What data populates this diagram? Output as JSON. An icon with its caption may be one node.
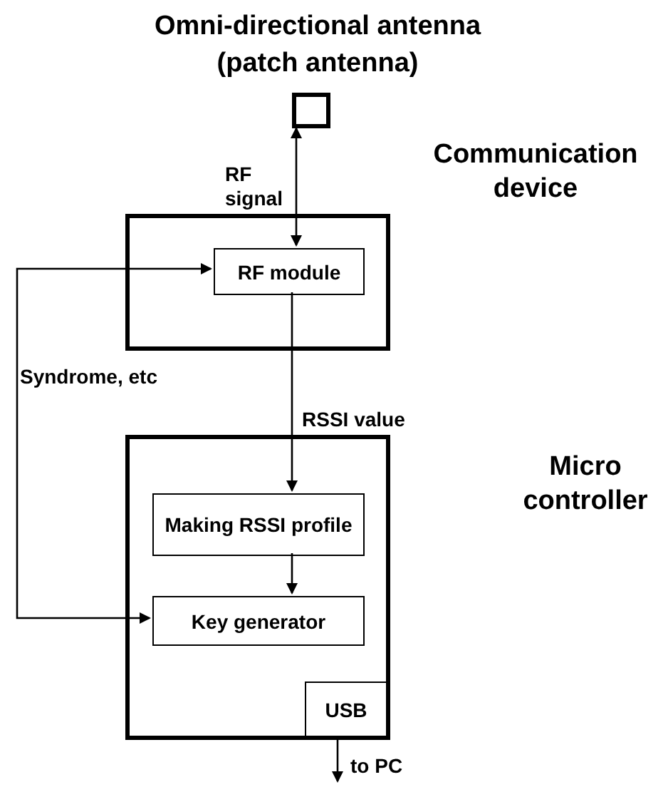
{
  "diagram": {
    "nodes": [
      {
        "text": [],
        "shape": "box",
        "beside": [
          "Omni-directional antenna (patch antenna)"
        ]
      },
      {
        "text": [
          "Communication device"
        ]
      },
      {
        "text": [
          "RF module"
        ],
        "in": 1
      },
      {
        "text": [
          "Micro controller"
        ]
      },
      {
        "text": [
          "Making RSSI profile"
        ],
        "in": 3
      },
      {
        "text": [
          "Key generator"
        ],
        "in": 3
      },
      {
        "text": [
          "USB"
        ],
        "in": 3
      }
    ],
    "edges": [
      {
        "from": 0,
        "to": 2,
        "arrow": "both",
        "label": "RF signal"
      },
      {
        "from": 2,
        "to": 4,
        "arrow": "to",
        "label": "RSSI value"
      },
      {
        "from": 4,
        "to": 5,
        "arrow": "to"
      },
      {
        "from": 5,
        "to": 2,
        "arrow": "both",
        "label": "Syndrome, etc"
      },
      {
        "from": 6,
        "to": null,
        "arrow": "to",
        "label": "to PC"
      }
    ]
  }
}
